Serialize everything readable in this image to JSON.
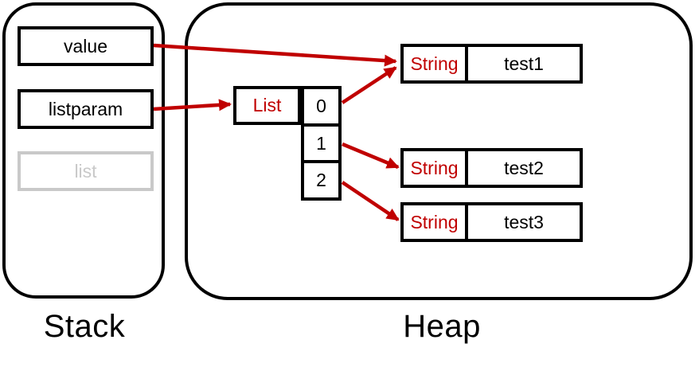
{
  "diagram": {
    "stack": {
      "label": "Stack",
      "variables": [
        {
          "name": "value",
          "state": "active"
        },
        {
          "name": "listparam",
          "state": "active"
        },
        {
          "name": "list",
          "state": "disabled"
        }
      ]
    },
    "heap": {
      "label": "Heap",
      "list_object": {
        "type_label": "List",
        "indices": [
          "0",
          "1",
          "2"
        ]
      },
      "string_objects": [
        {
          "type_label": "String",
          "value": "test1"
        },
        {
          "type_label": "String",
          "value": "test2"
        },
        {
          "type_label": "String",
          "value": "test3"
        }
      ]
    },
    "references": [
      {
        "from": "value",
        "to": "String test1"
      },
      {
        "from": "listparam",
        "to": "List"
      },
      {
        "from": "List[0]",
        "to": "String test1"
      },
      {
        "from": "List[1]",
        "to": "String test2"
      },
      {
        "from": "List[2]",
        "to": "String test3"
      }
    ]
  },
  "colors": {
    "arrow_red": "#C00000",
    "box_border": "#000000",
    "disabled_gray": "#C9C9C9",
    "background": "#FFFFFF"
  }
}
